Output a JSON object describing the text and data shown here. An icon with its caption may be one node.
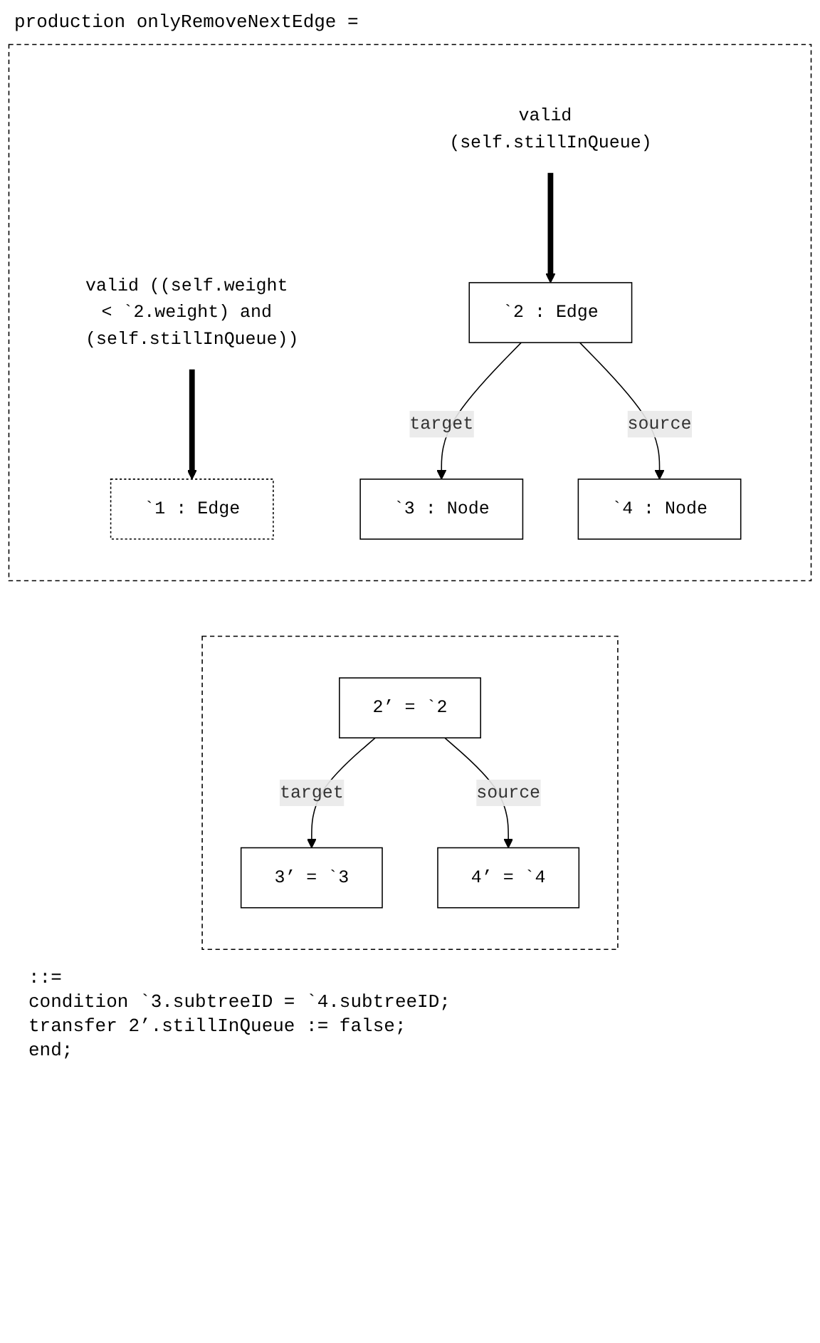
{
  "diagram": {
    "title": "production onlyRemoveNextEdge =",
    "nodes": [
      {
        "text": [],
        "shape": "box"
      },
      {
        "text": [
          "`1 : Edge"
        ],
        "in": 0
      },
      {
        "text": [
          "valid ((self.weight < `2.weight) and (self.stillInQueue))"
        ],
        "in": 0
      },
      {
        "text": [
          "valid (self.stillInQueue)"
        ],
        "in": 0
      },
      {
        "text": [
          "`2 : Edge"
        ],
        "in": 0
      },
      {
        "text": [
          "`3 : Node"
        ],
        "in": 0
      },
      {
        "text": [
          "`4 : Node"
        ],
        "in": 0
      },
      {
        "text": [],
        "shape": "box"
      },
      {
        "text": [
          "2’ = `2"
        ],
        "in": 7
      },
      {
        "text": [
          "3’ = `3"
        ],
        "in": 7
      },
      {
        "text": [
          "4’ = `4"
        ],
        "in": 7
      }
    ],
    "edges": [
      {
        "from": 2,
        "to": 1,
        "arrow": "to",
        "style": "thick"
      },
      {
        "from": 3,
        "to": 4,
        "arrow": "to",
        "style": "thick"
      },
      {
        "from": 4,
        "to": 5,
        "arrow": "to",
        "label": "target"
      },
      {
        "from": 4,
        "to": 6,
        "arrow": "to",
        "label": "source"
      },
      {
        "from": 8,
        "to": 9,
        "arrow": "to",
        "label": "target"
      },
      {
        "from": 8,
        "to": 10,
        "arrow": "to",
        "label": "source"
      }
    ],
    "labels": [
      "::=",
      "condition `3.subtreeID = `4.subtreeID;",
      "transfer 2’.stillInQueue := false;",
      "end;"
    ]
  }
}
